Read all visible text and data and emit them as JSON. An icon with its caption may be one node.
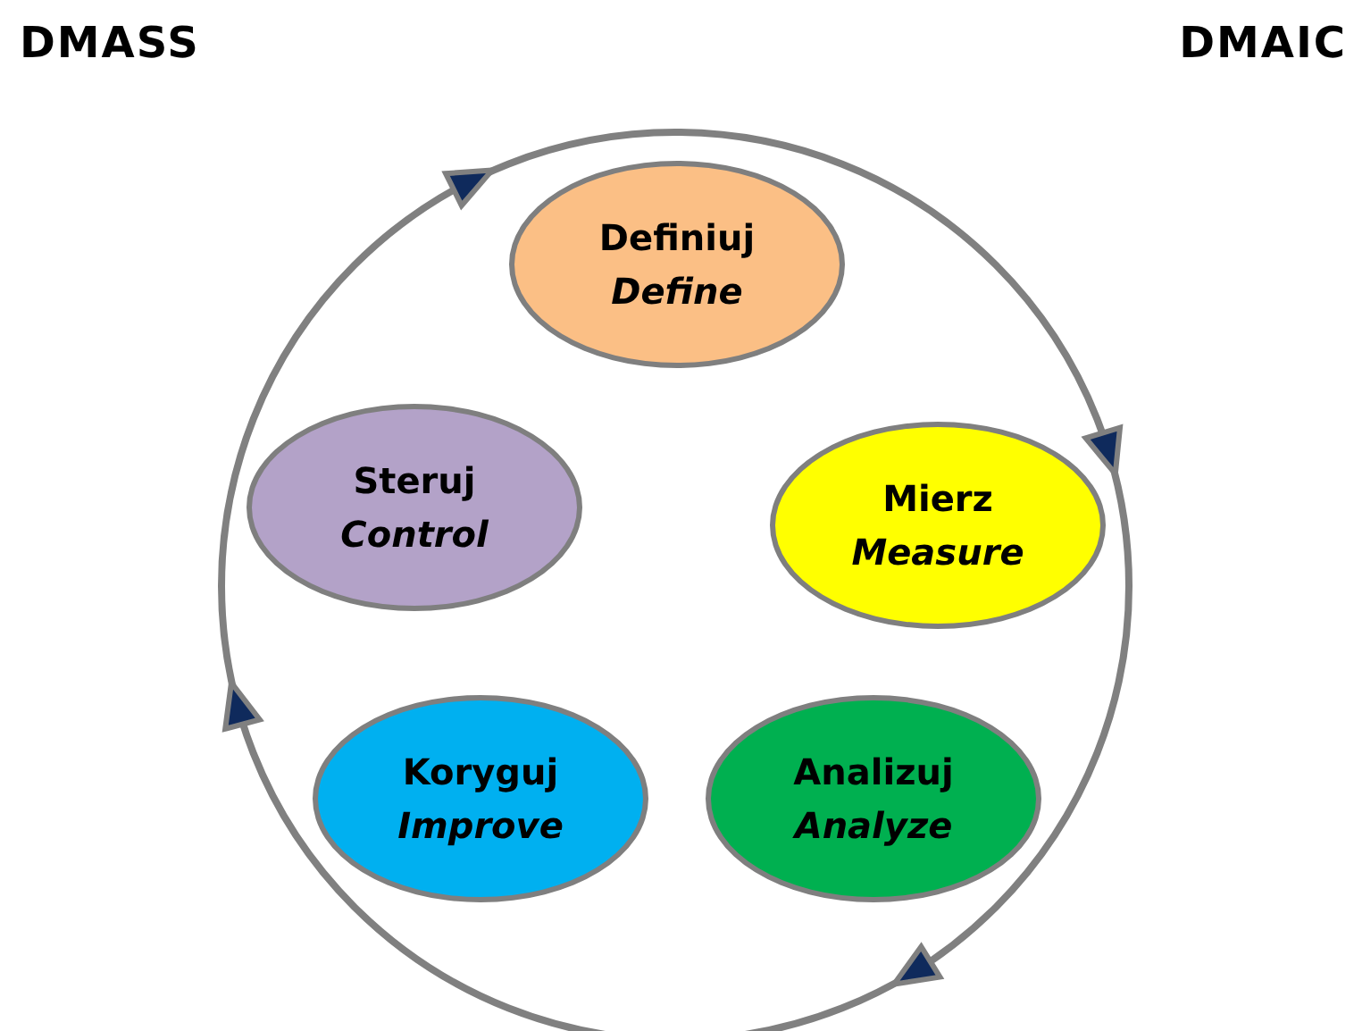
{
  "diagram": {
    "nodes": [
      {
        "text": [
          "Definiuj",
          "Define"
        ]
      },
      {
        "text": [
          "Steruj",
          "Control"
        ]
      },
      {
        "text": [
          "Mierz",
          "Measure"
        ]
      },
      {
        "text": [
          "Koryguj",
          "Improve"
        ]
      },
      {
        "text": [
          "Analizuj",
          "Analyze"
        ]
      }
    ],
    "labels": [
      "DMASS",
      "DMAIC"
    ]
  }
}
